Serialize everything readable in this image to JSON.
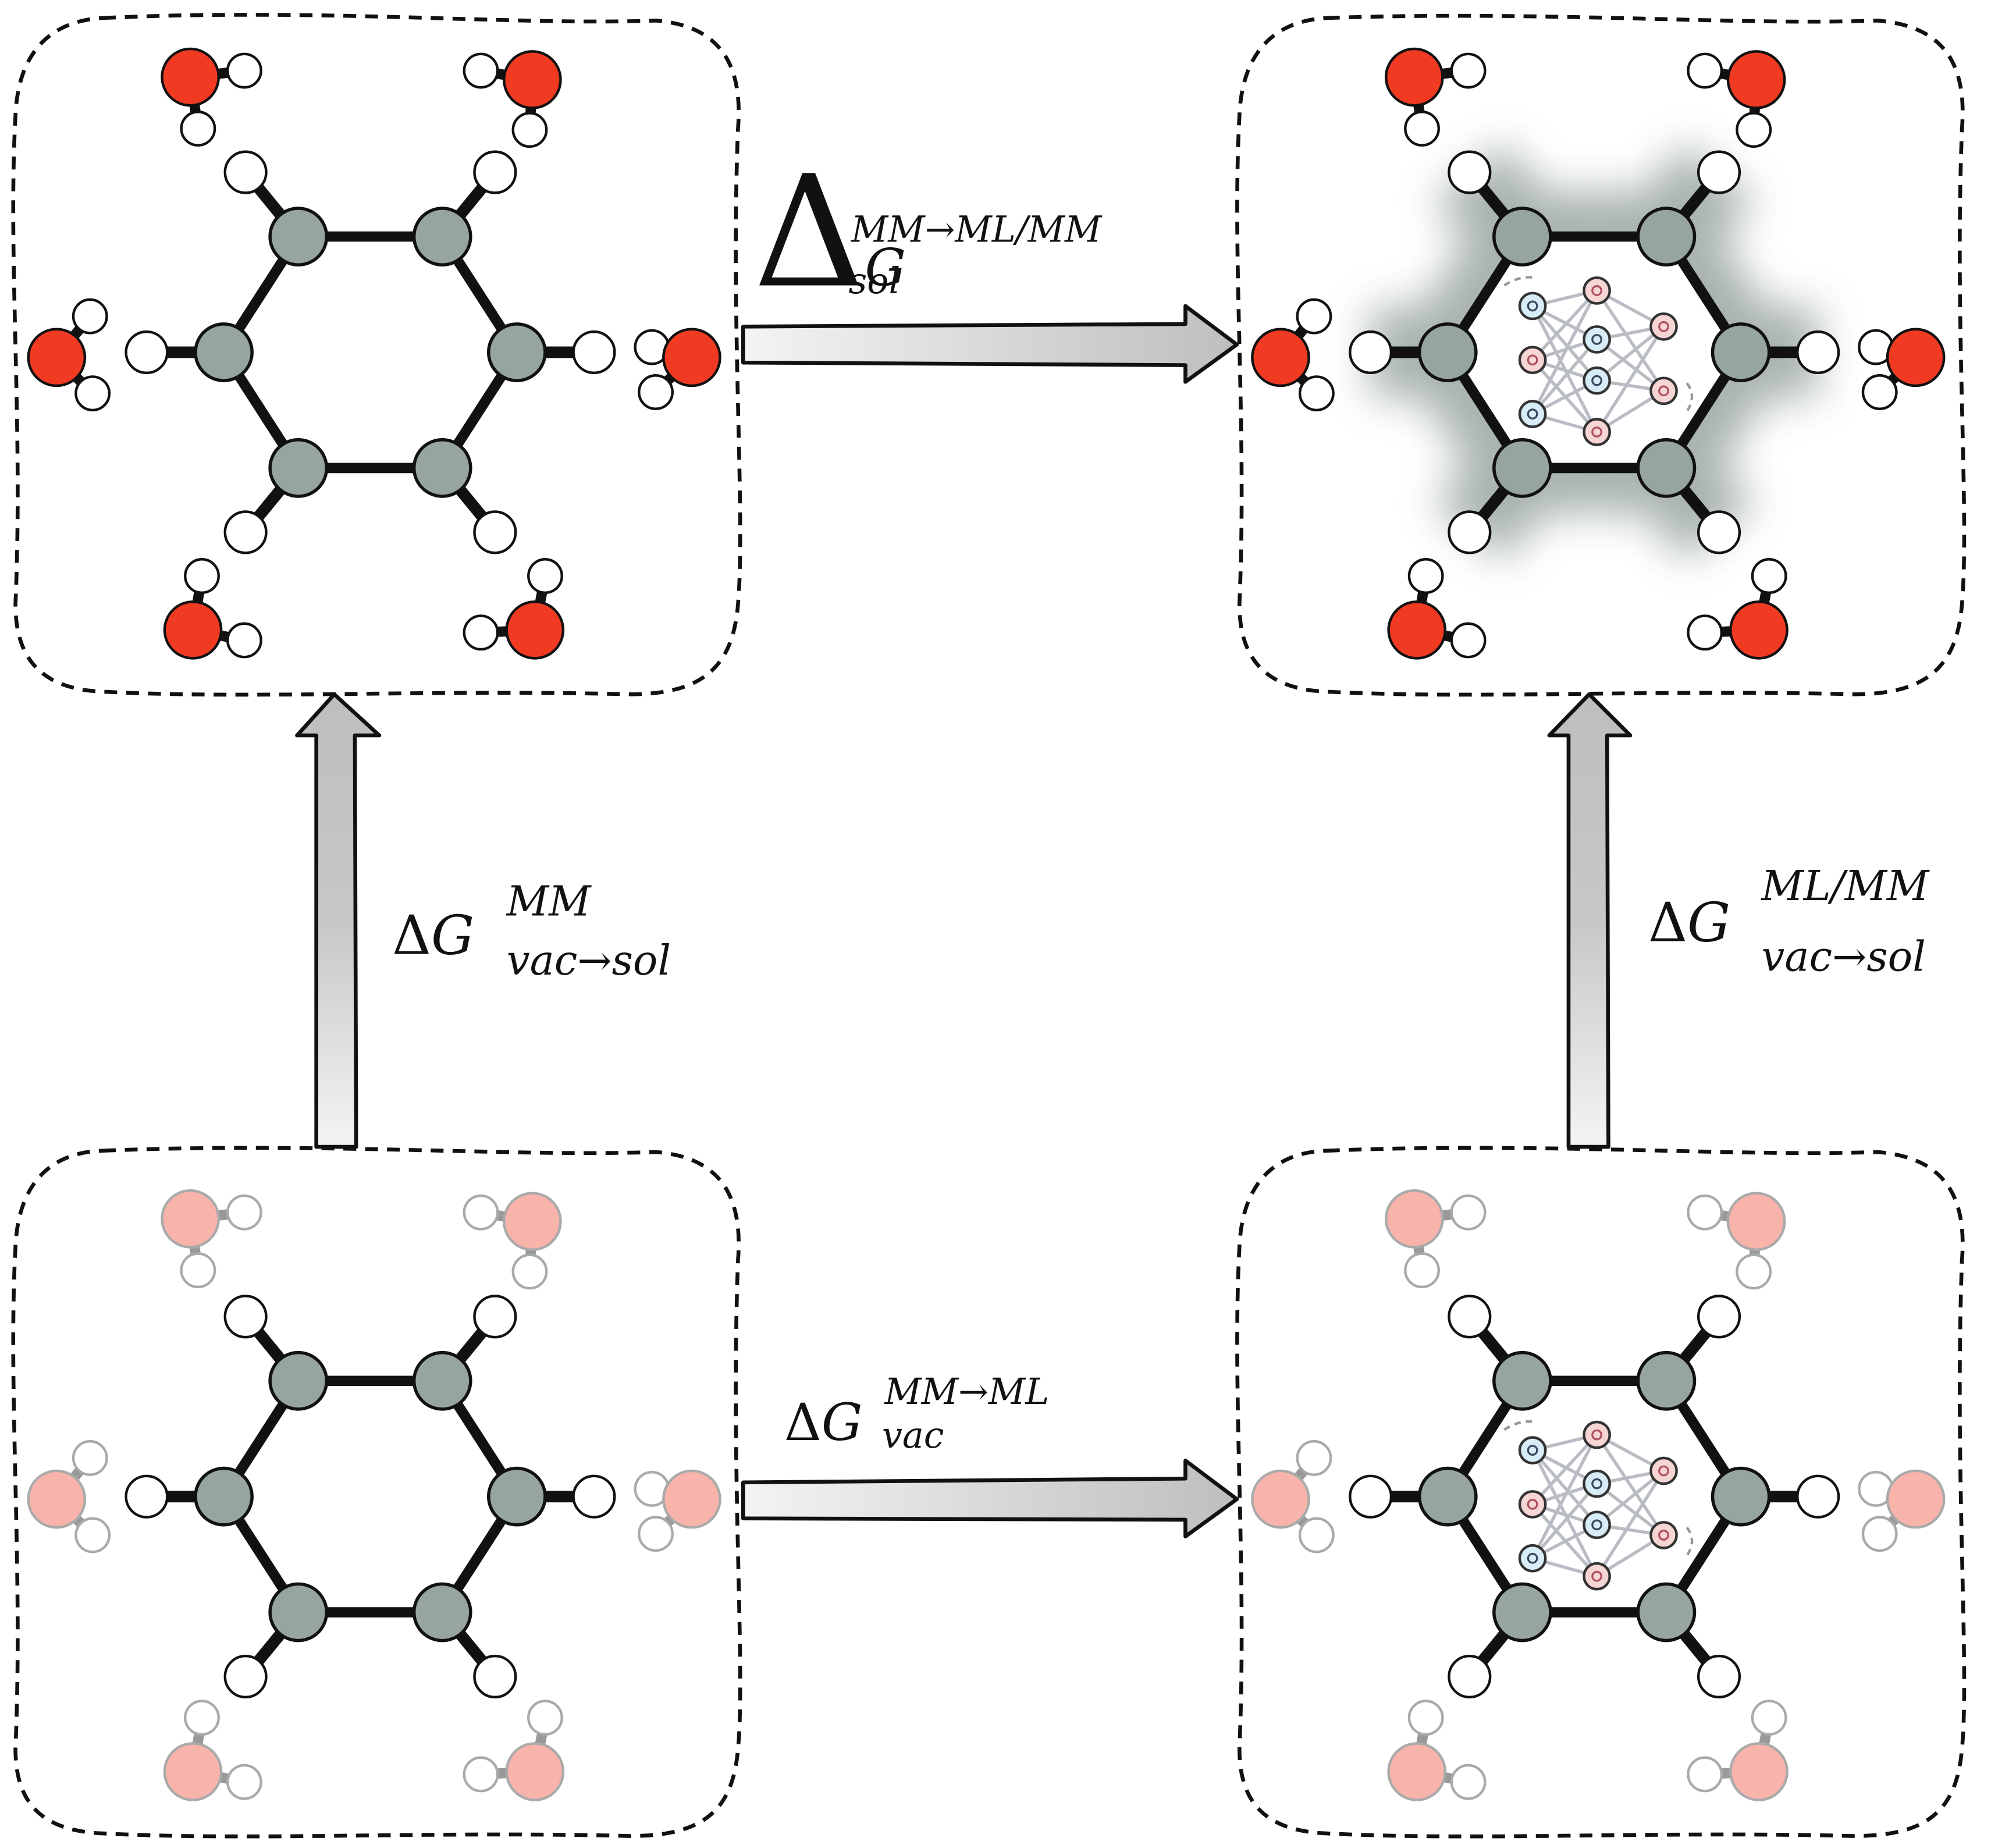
{
  "labels": {
    "top": {
      "delta": "Δ",
      "G": "G",
      "sup": "MM→ML/MM",
      "sub": "sol"
    },
    "bottom": {
      "delta": "Δ",
      "G": "G",
      "sup": "MM→ML",
      "sub": "vac"
    },
    "left": {
      "delta": "Δ",
      "G": "G",
      "sup": "MM",
      "sub": "vac→sol"
    },
    "right": {
      "delta": "Δ",
      "G": "G",
      "sup": "ML/MM",
      "sub": "vac→sol"
    }
  },
  "colors": {
    "carbon": "#97a59f",
    "hydrogen": "#ffffff",
    "oxygen": "#f03a22",
    "oxygen_faded": "#f8b3aa",
    "arrow_fill": "#c8c9cb",
    "glow": "#9aa6a0",
    "nn_blue": "#d8ecf7",
    "nn_pink": "#f6d5d5"
  },
  "panels": [
    {
      "id": "solvated-mm",
      "waters": "solid",
      "ml_network": false,
      "glow": false
    },
    {
      "id": "solvated-ml-mm",
      "waters": "solid",
      "ml_network": true,
      "glow": true
    },
    {
      "id": "vacuum-mm",
      "waters": "faded",
      "ml_network": false,
      "glow": false
    },
    {
      "id": "vacuum-ml",
      "waters": "faded",
      "ml_network": true,
      "glow": false
    }
  ]
}
